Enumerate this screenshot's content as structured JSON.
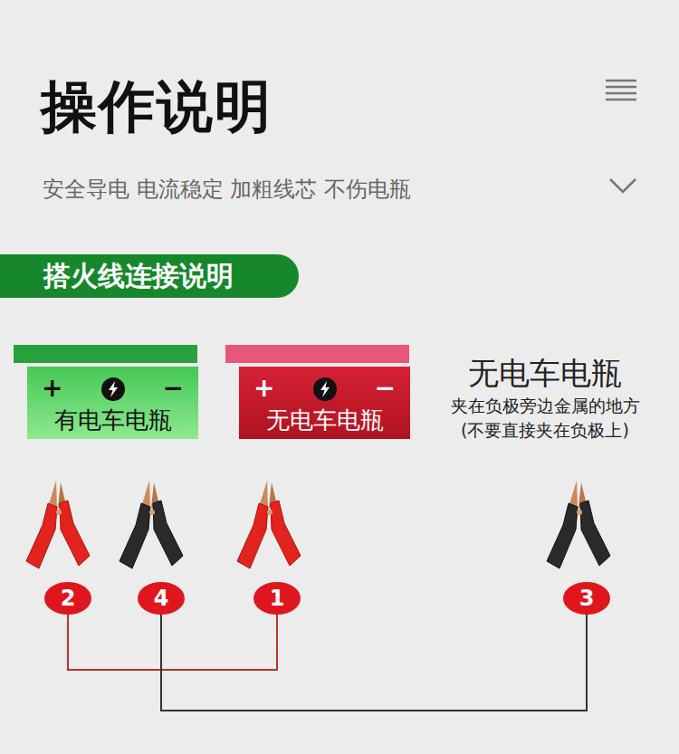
{
  "diagram": {
    "title": "操作说明",
    "nodes": [
      {
        "text": [
          "搭火线连接说明"
        ]
      },
      {
        "text": [
          "+",
          "−",
          "有电车电瓶"
        ]
      },
      {
        "text": [
          "+",
          "−",
          "无电车电瓶"
        ]
      },
      {
        "text": [
          "2"
        ]
      },
      {
        "text": [
          "4"
        ]
      },
      {
        "text": [
          "1"
        ]
      },
      {
        "text": [
          "3"
        ]
      }
    ],
    "edges": [
      {
        "from": 3,
        "to": 5,
        "arrow": "none"
      },
      {
        "from": 4,
        "to": 6,
        "arrow": "none"
      }
    ],
    "labels": [
      "安全导电 电流稳定 加粗线芯 不伤电瓶",
      "无电车电瓶",
      "夹在负极旁边金属的地方",
      "(不要直接夹在负极上)"
    ]
  }
}
